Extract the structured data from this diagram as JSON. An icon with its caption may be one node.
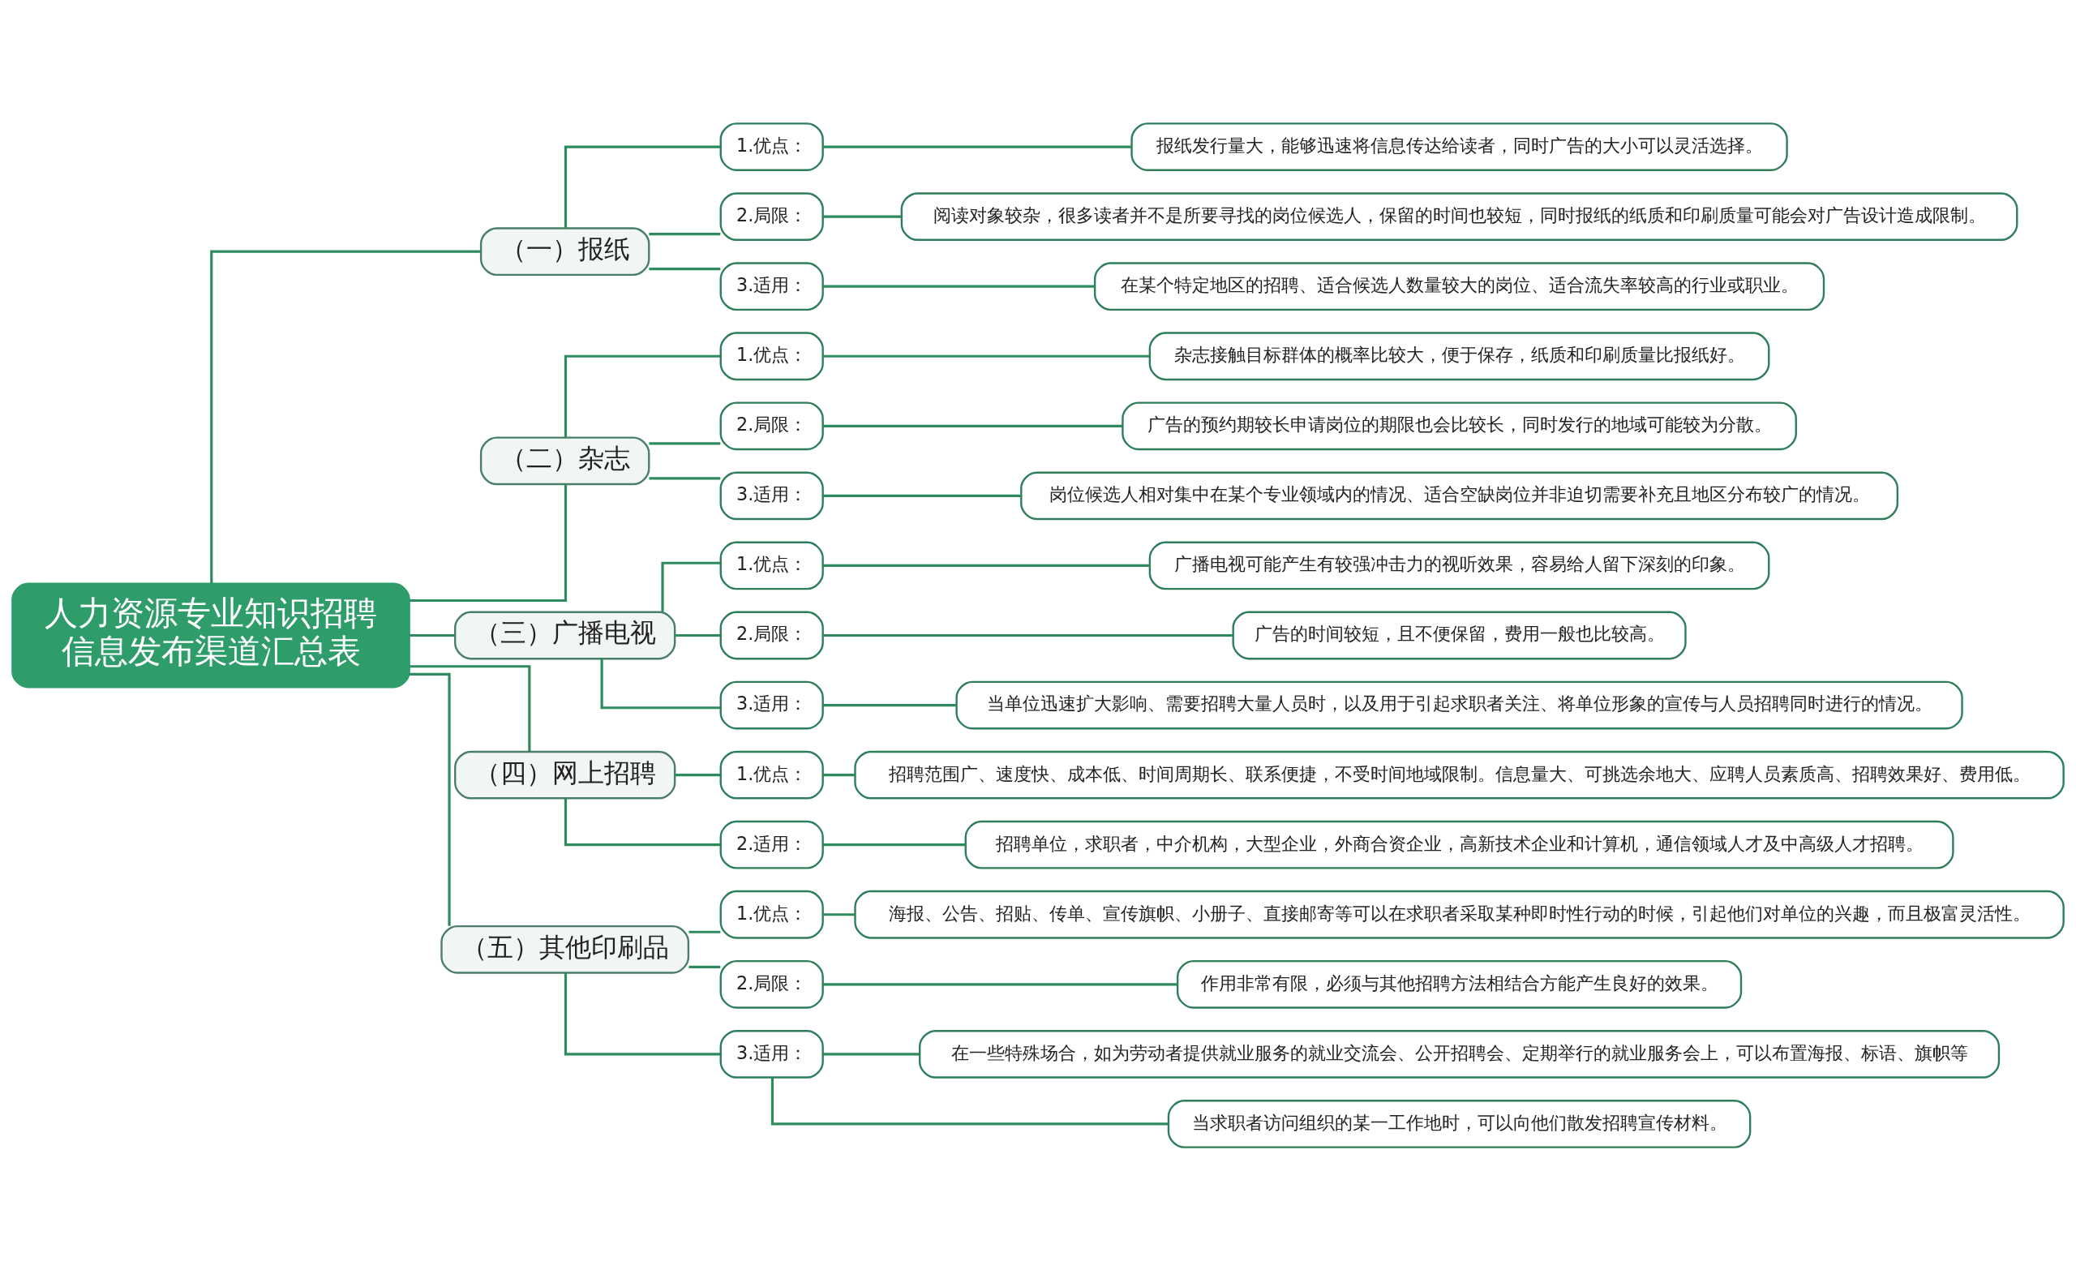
{
  "diagram": {
    "nodes": [
      {
        "text": [
          "人力资源专业知识招聘信息发布渠道汇总表"
        ]
      },
      {
        "text": [
          "（一）报纸"
        ]
      },
      {
        "text": [
          "1.优点："
        ]
      },
      {
        "text": [
          "报纸发行量大，能够迅速将信息传达给读者，同时广告的大小可以灵活选择。"
        ]
      },
      {
        "text": [
          "2.局限："
        ]
      },
      {
        "text": [
          "阅读对象较杂，很多读者并不是所要寻找的岗位候选人，保留的时间也较短，同时报纸的纸质和印刷质量可能会对广告设计造成限制。"
        ]
      },
      {
        "text": [
          "3.适用："
        ]
      },
      {
        "text": [
          "在某个特定地区的招聘、适合候选人数量较大的岗位、适合流失率较高的行业或职业。"
        ]
      },
      {
        "text": [
          "（二）杂志"
        ]
      },
      {
        "text": [
          "1.优点："
        ]
      },
      {
        "text": [
          "杂志接触目标群体的概率比较大，便于保存，纸质和印刷质量比报纸好。"
        ]
      },
      {
        "text": [
          "2.局限："
        ]
      },
      {
        "text": [
          "广告的预约期较长申请岗位的期限也会比较长，同时发行的地域可能较为分散。"
        ]
      },
      {
        "text": [
          "3.适用："
        ]
      },
      {
        "text": [
          "岗位候选人相对集中在某个专业领域内的情况、适合空缺岗位并非迫切需要补充且地区分布较广的情况。"
        ]
      },
      {
        "text": [
          "（三）广播电视"
        ]
      },
      {
        "text": [
          "1.优点："
        ]
      },
      {
        "text": [
          "广播电视可能产生有较强冲击力的视听效果，容易给人留下深刻的印象。"
        ]
      },
      {
        "text": [
          "2.局限："
        ]
      },
      {
        "text": [
          "广告的时间较短，且不便保留，费用一般也比较高。"
        ]
      },
      {
        "text": [
          "3.适用："
        ]
      },
      {
        "text": [
          "当单位迅速扩大影响、需要招聘大量人员时，以及用于引起求职者关注、将单位形象的宣传与人员招聘同时进行的情况。"
        ]
      },
      {
        "text": [
          "（四）网上招聘"
        ]
      },
      {
        "text": [
          "1.优点："
        ]
      },
      {
        "text": [
          "招聘范围广、速度快、成本低、时间周期长、联系便捷，不受时间地域限制。信息量大、可挑选余地大、应聘人员素质高、招聘效果好、费用低。"
        ]
      },
      {
        "text": [
          "2.适用："
        ]
      },
      {
        "text": [
          "招聘单位，求职者，中介机构，大型企业，外商合资企业，高新技术企业和计算机，通信领域人才及中高级人才招聘。"
        ]
      },
      {
        "text": [
          "（五）其他印刷品"
        ]
      },
      {
        "text": [
          "1.优点："
        ]
      },
      {
        "text": [
          "海报、公告、招贴、传单、宣传旗帜、小册子、直接邮寄等可以在求职者采取某种即时性行动的时候，引起他们对单位的兴趣，而且极富灵活性。"
        ]
      },
      {
        "text": [
          "2.局限："
        ]
      },
      {
        "text": [
          "作用非常有限，必须与其他招聘方法相结合方能产生良好的效果。"
        ]
      },
      {
        "text": [
          "3.适用："
        ]
      },
      {
        "text": [
          "在一些特殊场合，如为劳动者提供就业服务的就业交流会、公开招聘会、定期举行的就业服务会上，可以布置海报、标语、旗帜等"
        ]
      },
      {
        "text": [
          "当求职者访问组织的某一工作地时，可以向他们散发招聘宣传材料。"
        ]
      }
    ],
    "edges": [
      {
        "from": 0,
        "to": 1,
        "arrow": "none"
      },
      {
        "from": 1,
        "to": 2,
        "arrow": "none"
      },
      {
        "from": 2,
        "to": 3,
        "arrow": "none"
      },
      {
        "from": 1,
        "to": 4,
        "arrow": "none"
      },
      {
        "from": 4,
        "to": 5,
        "arrow": "none"
      },
      {
        "from": 1,
        "to": 6,
        "arrow": "none"
      },
      {
        "from": 6,
        "to": 7,
        "arrow": "none"
      },
      {
        "from": 0,
        "to": 8,
        "arrow": "none"
      },
      {
        "from": 8,
        "to": 9,
        "arrow": "none"
      },
      {
        "from": 9,
        "to": 10,
        "arrow": "none"
      },
      {
        "from": 8,
        "to": 11,
        "arrow": "none"
      },
      {
        "from": 11,
        "to": 12,
        "arrow": "none"
      },
      {
        "from": 8,
        "to": 13,
        "arrow": "none"
      },
      {
        "from": 13,
        "to": 14,
        "arrow": "none"
      },
      {
        "from": 0,
        "to": 15,
        "arrow": "none"
      },
      {
        "from": 15,
        "to": 16,
        "arrow": "none"
      },
      {
        "from": 16,
        "to": 17,
        "arrow": "none"
      },
      {
        "from": 15,
        "to": 18,
        "arrow": "none"
      },
      {
        "from": 18,
        "to": 19,
        "arrow": "none"
      },
      {
        "from": 15,
        "to": 20,
        "arrow": "none"
      },
      {
        "from": 20,
        "to": 21,
        "arrow": "none"
      },
      {
        "from": 0,
        "to": 22,
        "arrow": "none"
      },
      {
        "from": 22,
        "to": 23,
        "arrow": "none"
      },
      {
        "from": 23,
        "to": 24,
        "arrow": "none"
      },
      {
        "from": 22,
        "to": 25,
        "arrow": "none"
      },
      {
        "from": 25,
        "to": 26,
        "arrow": "none"
      },
      {
        "from": 0,
        "to": 27,
        "arrow": "none"
      },
      {
        "from": 27,
        "to": 28,
        "arrow": "none"
      },
      {
        "from": 28,
        "to": 29,
        "arrow": "none"
      },
      {
        "from": 27,
        "to": 30,
        "arrow": "none"
      },
      {
        "from": 30,
        "to": 31,
        "arrow": "none"
      },
      {
        "from": 27,
        "to": 32,
        "arrow": "none"
      },
      {
        "from": 32,
        "to": 33,
        "arrow": "none"
      },
      {
        "from": 32,
        "to": 34,
        "arrow": "none"
      }
    ]
  }
}
